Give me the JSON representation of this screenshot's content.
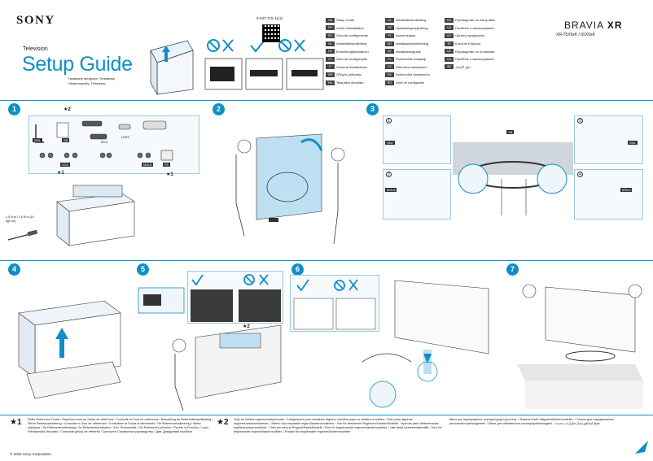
{
  "header": {
    "brand": "SONY",
    "product_type": "Television",
    "title": "Setup Guide",
    "subtitle_1": "Название продукта: Телевизор",
    "subtitle_2": "Назва виробу: Телевізор",
    "part_number": "5-037-715-11(1)",
    "bravia": "BRAVIA",
    "bravia_xr": "XR",
    "models": "XR-75X9xK / 65X9xK"
  },
  "languages": [
    [
      [
        "GB",
        "Setup Guide"
      ],
      [
        "NL",
        "Installatiehandleiding"
      ],
      [
        "RU",
        "Руководство по настройке"
      ]
    ],
    [
      [
        "FR",
        "Guide d'installation"
      ],
      [
        "DK",
        "Opsætningsvejledning"
      ],
      [
        "UA",
        "Посібник з налаштування"
      ]
    ],
    [
      [
        "ES",
        "Guía de configuración"
      ],
      [
        "FI",
        "Asennusopas"
      ],
      [
        "KZ",
        "Орнату нұсқаулығы"
      ]
    ],
    [
      [
        "NL",
        "Installatiehandleiding"
      ],
      [
        "NO",
        "Installasjonsveiledning"
      ],
      [
        "TR",
        "Kurulum Kılavuzu"
      ]
    ],
    [
      [
        "DE",
        "Einrichtungshandbuch"
      ],
      [
        "SE",
        "Installationsguide"
      ],
      [
        "UZ",
        "Руководство по установке"
      ]
    ],
    [
      [
        "PT",
        "Guia de configuração"
      ],
      [
        "PL",
        "Przewodnik instalacji"
      ],
      [
        "UA",
        "Посібник з налаштування"
      ]
    ],
    [
      [
        "IT",
        "Guida di installazione"
      ],
      [
        "CZ",
        "Průvodce nastavením"
      ],
      [
        "AR",
        "دليل الإعداد"
      ]
    ],
    [
      [
        "GR",
        "Οδηγός ρύθμισης"
      ],
      [
        "SK",
        "Sprievodca nastavením"
      ],
      [
        "",
        ""
      ]
    ],
    [
      [
        "HU",
        "Telepítési útmutató"
      ],
      [
        "RO",
        "Ghid de configurare"
      ],
      [
        "",
        ""
      ]
    ]
  ],
  "steps": {
    "s1": "1",
    "s2": "2",
    "s3": "3",
    "s4": "4",
    "s5": "5",
    "s6": "6",
    "s7": "7"
  },
  "step1": {
    "star2": "★2",
    "star1a": "★1",
    "star1b": "★1",
    "parts": [
      "SN1",
      "SB",
      "RC3",
      "LR03",
      "",
      "",
      "VG2",
      "",
      "",
      "MSL6",
      "F5"
    ],
    "screw_note": "1.5 N·m / 1.5 N·m {15 kgf·cm}"
  },
  "step3": {
    "sub1": "1",
    "sub2": "2",
    "sub3": "3",
    "sub4": "4",
    "tag_sn2": "SN2",
    "tag_sn1": "SN1",
    "tag_msl6a": "MSL6",
    "tag_msl6b": "MSL6",
    "tag_sb": "SB"
  },
  "step5": {
    "star2": "★2"
  },
  "footer": {
    "star1": "★1",
    "star2": "★2",
    "note1": "Refer Reference Guide / Reportez-vous au Guide de référence / Consulte la Guía de referencia / Raadpleeg de Referentiehandleiding / Siehe Referenzanleitung / Consultar o Guia de referência / Consultare la Guida di riferimento / Se Referencevejledning / Katso ohjeopas / Se Referanseveiledning / Se Referenshandboken / Zob. Przewodnik / Viz Referenční příručku / Pozrite si Príručku / Lásd: Felhasználói útmutató / Consultați ghidul de referință / Смотрите Справочное руководство / Див. Довідковий посібник",
    "note2": "Only for limited region/country/model. / Uniquement pour certaines régions, certains pays ou certains modèles. / Solo para algunas regiones/países/modelos. / Alleen voor bepaalde regio's/landen/modellen. / Nur für bestimmte Regionen/Länder/Modelle. / Apenas para determinadas regiões/países/modelos. / Solo per alcune Regioni/Paesi/Modelli. / Kun for begrænsede regioner/lande/modeller. / Vain tietyt alueet/maat/mallit. / Kun for begrensede regioner/land/modeller. / Endast för begränsade regioner/länder/modeller.",
    "note3": "Μόνο για περιορισμένες περιοχές/χώρες/μοντέλα. / Sadece kısıtlı bölgeler/ülkeler/modeller. / Только для определенных регионов/стран/моделей. / Лише для обмеженого регіону/країни/моделі. / فقط لمناطق/بلدان/طرازات محددة",
    "copyright": "© 2022 Sony Corporation"
  },
  "colors": {
    "accent": "#0f8fc7",
    "panel_border": "#9fc7e2"
  }
}
